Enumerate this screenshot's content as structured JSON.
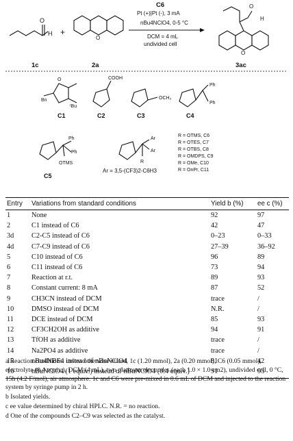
{
  "scheme": {
    "catalyst_top": "C6",
    "conditions": [
      "Pt (+)|Pt (-), 3 mA",
      "nBu4NClO4, 0-5 °C",
      "DCM = 4 mL",
      "undivided cell"
    ],
    "compound_labels": [
      "1c",
      "2a",
      "3ac"
    ],
    "catalysts": [
      "C1",
      "C2",
      "C3",
      "C4",
      "C5"
    ],
    "c6_variants": [
      {
        "label": "R = OTMS, C6",
        "highlight": true
      },
      {
        "label": "R = OTES, C7",
        "highlight": false
      },
      {
        "label": "R = OTBS, C8",
        "highlight": false
      },
      {
        "label": "R = OMDPS, C9",
        "highlight": false
      },
      {
        "label": "R = OMe, C10",
        "highlight": false
      },
      {
        "label": "R = OnPr, C11",
        "highlight": false
      }
    ],
    "ar_note": "Ar = 3,5-(CF3)2-C6H3"
  },
  "table": {
    "headers": [
      "Entry",
      "Variations from standard conditions",
      "Yield b (%)",
      "ee c (%)"
    ],
    "rows": [
      [
        "1",
        "None",
        "92",
        "97"
      ],
      [
        "2",
        "C1 instead of C6",
        "42",
        "47"
      ],
      [
        "3d",
        "C2-C5 instead of C6",
        "0–23",
        "0–33"
      ],
      [
        "4d",
        "C7-C9 instead of C6",
        "27–39",
        "36–92"
      ],
      [
        "5",
        "C10 instead of C6",
        "96",
        "89"
      ],
      [
        "6",
        "C11 instead of C6",
        "73",
        "94"
      ],
      [
        "7",
        "Reaction at r.t.",
        "89",
        "93"
      ],
      [
        "8",
        "Constant current: 8 mA",
        "87",
        "52"
      ],
      [
        "9",
        "CH3CN instead of DCM",
        "trace",
        "/"
      ],
      [
        "10",
        "DMSO instead of DCM",
        "N.R.",
        "/"
      ],
      [
        "11",
        "DCE instead of DCM",
        "85",
        "93"
      ],
      [
        "12",
        "CF3CH2OH as additive",
        "94",
        "91"
      ],
      [
        "13",
        "TfOH as additive",
        "trace",
        "/"
      ],
      [
        "14",
        "Na2PO4 as additive",
        "trace",
        "/"
      ],
      [
        "15",
        "nBu4NBF4 instead of nBuNClO4",
        "81",
        "42"
      ],
      [
        "16",
        "nBuNClO4 (1 equiv.) instead of nBuNClO4 (0.4 equiv.)",
        "91",
        "93"
      ]
    ]
  },
  "footnotes": [
    "a Reaction conditions: unless otherwise stated, 1c (1.20 mmol), 2a (0.20 mmol), C6 (0.05 mmol), electrolyte (0.4 equiv.), DCM (4 mL), two platinum electrodes (each 1.0 × 1.0 cm2), undivided cell, 0 °C, 15h (4.2 F/mol), air atmosphere. 1c and C6 were pre-mixed in 0.6 mL of DCM and injected to the reaction system by syringe pump in 2 h.",
    "b Isolated yields.",
    "c ee value determined by chiral HPLC. N.R. = no reaction.",
    "d One of the compounds C2–C9 was selected as the catalyst."
  ]
}
